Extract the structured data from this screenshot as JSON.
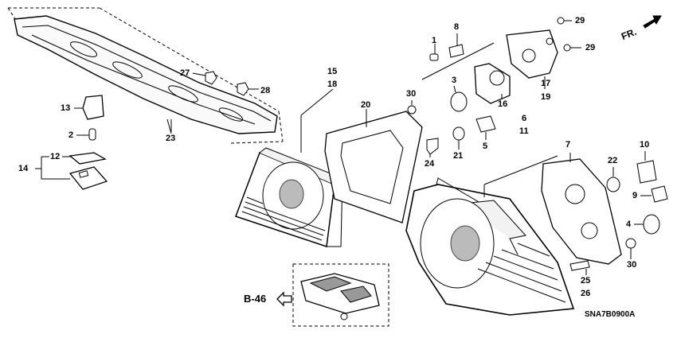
{
  "diagram_code": "SNA7B0900A",
  "ref_label": "B-46",
  "front_marker": "FR.",
  "callouts": {
    "c1": "1",
    "c8": "8",
    "c29a": "29",
    "c29b": "29",
    "c15": "15",
    "c18": "18",
    "c20": "20",
    "c30a": "30",
    "c3": "3",
    "c16": "16",
    "c17": "17",
    "c19": "19",
    "c27": "27",
    "c28": "28",
    "c13": "13",
    "c2": "2",
    "c23": "23",
    "c12": "12",
    "c14": "14",
    "c6": "6",
    "c11": "11",
    "c7": "7",
    "c5": "5",
    "c24": "24",
    "c21": "21",
    "c22": "22",
    "c10": "10",
    "c9": "9",
    "c4": "4",
    "c30b": "30",
    "c25": "25",
    "c26": "26"
  }
}
